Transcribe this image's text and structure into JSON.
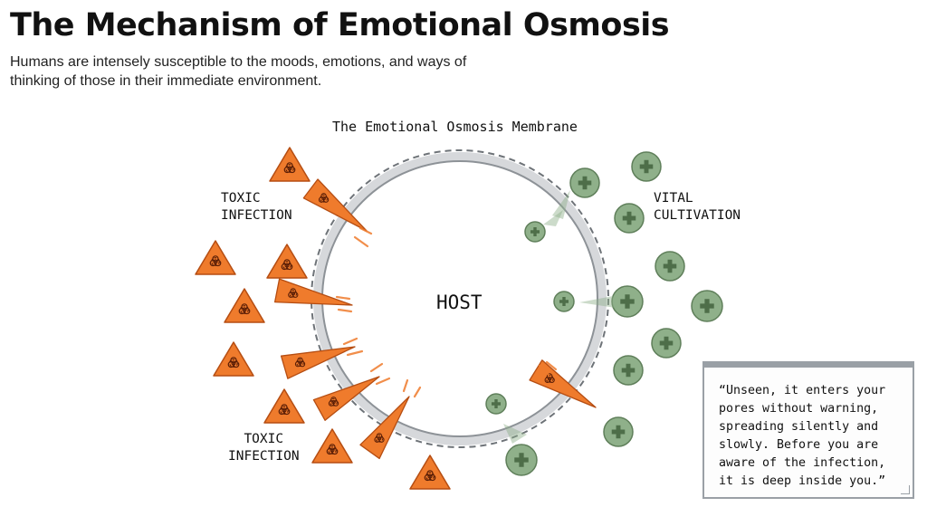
{
  "title": "The Mechanism of Emotional Osmosis",
  "subtitle": "Humans are intensely susceptible to the moods, emotions, and ways of thinking of those in their immediate environment.",
  "membrane_label": "The Emotional Osmosis Membrane",
  "host_label": "HOST",
  "toxic_label_top": "TOXIC\nINFECTION",
  "toxic_label_bottom": "TOXIC\nINFECTION",
  "vital_label": "VITAL\nCULTIVATION",
  "quote": "“Unseen, it enters your\npores without warning,\nspreading silently and\nslowly. Before you are\naware of the infection,\nit is deep inside you.”",
  "colors": {
    "toxic": "#ef7b2c",
    "toxic_stroke": "#b54d12",
    "vital": "#8fb08a",
    "vital_stroke": "#5f7f5a",
    "membrane": "#d4d6d9",
    "membrane_dash": "#6b7075"
  },
  "icons": {
    "toxic": "biohazard-icon",
    "vital": "plus-icon"
  }
}
